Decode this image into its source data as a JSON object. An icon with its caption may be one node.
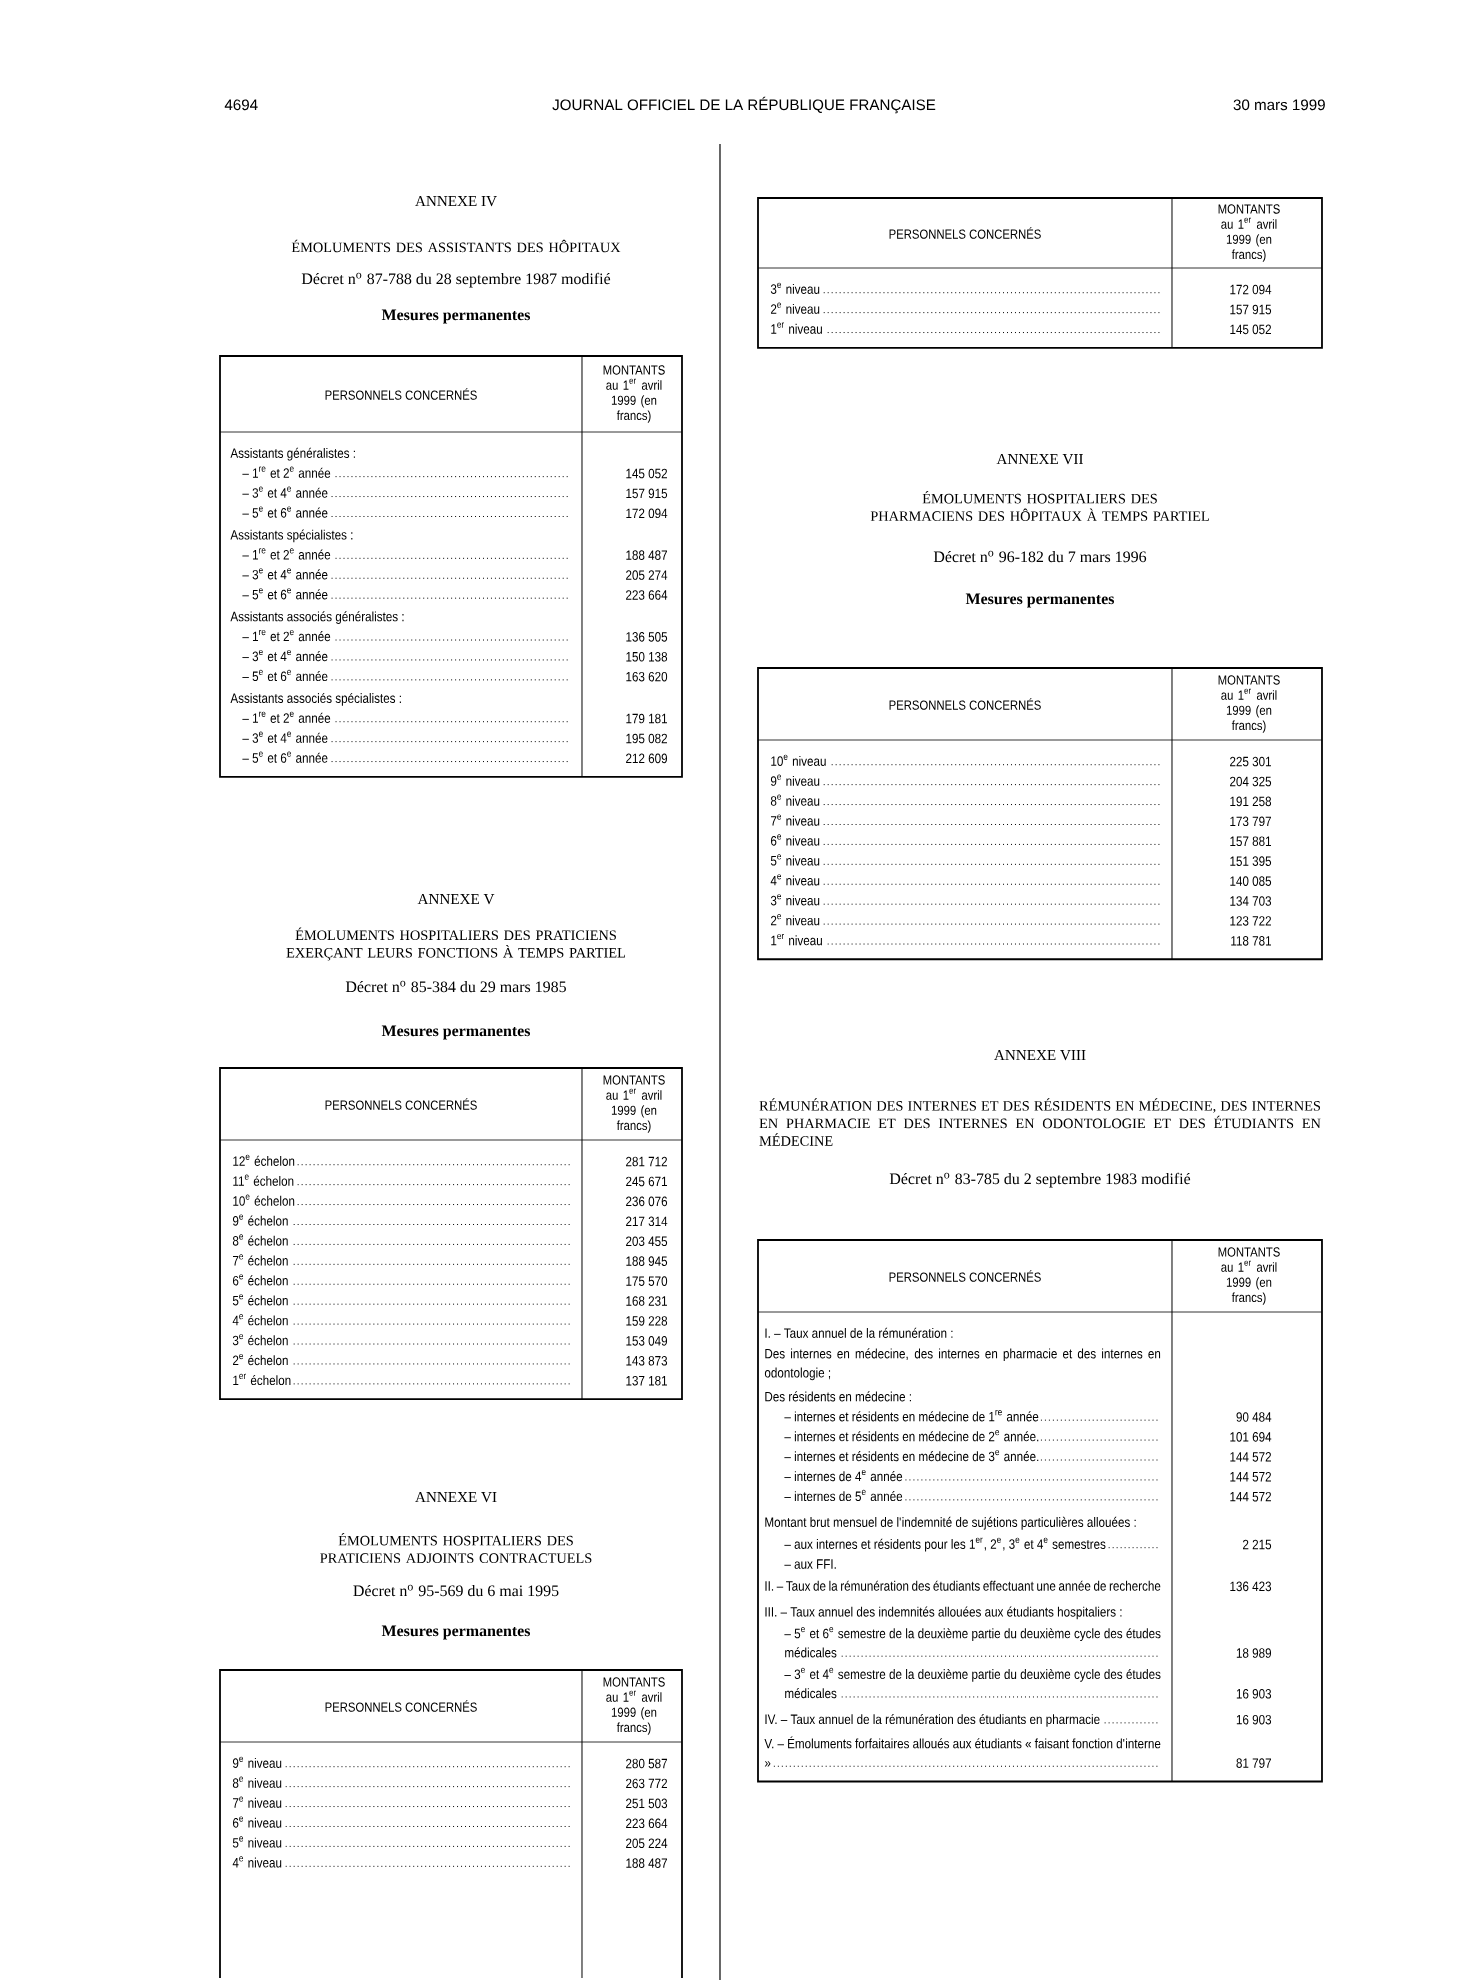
{
  "diagram": {
    "labels": [
      "4694",
      "JOURNAL OFFICIEL DE LA RÉPUBLIQUE FRANÇAISE",
      "30 mars 1999",
      "ANNEXE IV",
      "ÉMOLUMENTS DES ASSISTANTS DES HÔPITAUX",
      "Décret n$^{o}$ 87-788 du 28 septembre 1987 modifié",
      "Mesures permanentes",
      "PERSONNELS CONCERNÉS",
      "MONTANTS au 1$^{er}$ avril 1999 (en francs)",
      "Assistants généralistes :",
      "– 1$^{re}$ et 2$^{e}$ année",
      "145 052",
      "– 3$^{e}$ et 4$^{e}$ année",
      "157 915",
      "– 5$^{e}$ et 6$^{e}$ année",
      "172 094",
      "Assistants spécialistes :",
      "– 1$^{re}$ et 2$^{e}$ année",
      "188 487",
      "– 3$^{e}$ et 4$^{e}$ année",
      "205 274",
      "– 5$^{e}$ et 6$^{e}$ année",
      "223 664",
      "Assistants associés généralistes :",
      "– 1$^{re}$ et 2$^{e}$ année",
      "136 505",
      "– 3$^{e}$ et 4$^{e}$ année",
      "150 138",
      "– 5$^{e}$ et 6$^{e}$ année",
      "163 620",
      "Assistants associés spécialistes :",
      "– 1$^{re}$ et 2$^{e}$ année",
      "179 181",
      "– 3$^{e}$ et 4$^{e}$ année",
      "195 082",
      "– 5$^{e}$ et 6$^{e}$ année",
      "212 609",
      "ANNEXE V",
      "ÉMOLUMENTS HOSPITALIERS DES PRATICIENS EXERÇANT LEURS FONCTIONS À TEMPS PARTIEL",
      "Décret n$^{o}$ 85-384 du 29 mars 1985",
      "Mesures permanentes",
      "PERSONNELS CONCERNÉS",
      "MONTANTS au 1$^{er}$ avril 1999 (en francs)",
      "12$^{e}$ échelon",
      "281 712",
      "11$^{e}$ échelon",
      "245 671",
      "10$^{e}$ échelon",
      "236 076",
      "9$^{e}$ échelon",
      "217 314",
      "8$^{e}$ échelon",
      "203 455",
      "7$^{e}$ échelon",
      "188 945",
      "6$^{e}$ échelon",
      "175 570",
      "5$^{e}$ échelon",
      "168 231",
      "4$^{e}$ échelon",
      "159 228",
      "3$^{e}$ échelon",
      "153 049",
      "2$^{e}$ échelon",
      "143 873",
      "1$^{er}$ échelon",
      "137 181",
      "ANNEXE VI",
      "ÉMOLUMENTS HOSPITALIERS DES PRATICIENS ADJOINTS CONTRACTUELS",
      "Décret n$^{o}$ 95-569 du 6 mai 1995",
      "Mesures permanentes",
      "PERSONNELS CONCERNÉS",
      "MONTANTS au 1$^{er}$ avril 1999 (en francs)",
      "9$^{e}$ niveau",
      "280 587",
      "8$^{e}$ niveau",
      "263 772",
      "7$^{e}$ niveau",
      "251 503",
      "6$^{e}$ niveau",
      "223 664",
      "5$^{e}$ niveau",
      "205 224",
      "4$^{e}$ niveau",
      "188 487",
      "PERSONNELS CONCERNÉS",
      "MONTANTS au 1$^{er}$ avril 1999 (en francs)",
      "3$^{e}$ niveau",
      "172 094",
      "2$^{e}$ niveau",
      "157 915",
      "1$^{er}$ niveau",
      "145 052",
      "ANNEXE VII",
      "ÉMOLUMENTS HOSPITALIERS DES PHARMACIENS DES HÔPITAUX À TEMPS PARTIEL",
      "Décret n$^{o}$ 96-182 du 7 mars 1996",
      "Mesures permanentes",
      "PERSONNELS CONCERNÉS",
      "MONTANTS au 1$^{er}$ avril 1999 (en francs)",
      "10$^{e}$ niveau",
      "225 301",
      "9$^{e}$ niveau",
      "204 325",
      "8$^{e}$ niveau",
      "191 258",
      "7$^{e}$ niveau",
      "173 797",
      "6$^{e}$ niveau",
      "157 881",
      "5$^{e}$ niveau",
      "151 395",
      "4$^{e}$ niveau",
      "140 085",
      "3$^{e}$ niveau",
      "134 703",
      "2$^{e}$ niveau",
      "123 722",
      "1$^{er}$ niveau",
      "118 781",
      "ANNEXE VIII",
      "RÉMUNÉRATION DES INTERNES ET DES RÉSIDENTS EN MÉDECINE, DES INTERNES EN PHARMACIE ET DES INTERNES EN ODONTOLOGIE ET DES ÉTUDIANTS EN MÉDECINE",
      "Décret n$^{o}$ 83-785 du 2 septembre 1983 modifié",
      "PERSONNELS CONCERNÉS",
      "MONTANTS au 1$^{er}$ avril 1999 (en francs)",
      "I. – Taux annuel de la rémunération :",
      "Des internes en médecine, des internes en pharmacie et des internes en odontologie ;",
      "Des résidents en médecine :",
      "– internes et résidents en médecine de 1$^{re}$ année",
      "90 484",
      "– internes et résidents en médecine de 2$^{e}$ année.",
      "101 694",
      "– internes et résidents en médecine de 3$^{e}$ année.",
      "144 572",
      "– internes de 4$^{e}$ année",
      "144 572",
      "– internes de 5$^{e}$ année",
      "144 572",
      "Montant brut mensuel de l'indemnité de sujétions particulières allouées :",
      "– aux internes et résidents pour les 1$^{er}$, 2$^{e}$, 3$^{e}$ et 4$^{e}$ semestres",
      "2 215",
      "– aux FFI.",
      "II. – Taux de la rémunération des étudiants effectuant une année de recherche",
      "136 423",
      "III. – Taux annuel des indemnités allouées aux étudiants hospitaliers :",
      "– 5$^{e}$ et 6$^{e}$ semestre de la deuxième partie du deuxième cycle des études médicales",
      "18 989",
      "– 3$^{e}$ et 4$^{e}$ semestre de la deuxième partie du deuxième cycle des études médicales",
      "16 903",
      "IV. – Taux annuel de la rémunération des étudiants en pharmacie",
      "16 903",
      "V. – Émoluments forfaitaires alloués aux étudiants « faisant fonction d'interne »",
      "81 797"
    ]
  }
}
